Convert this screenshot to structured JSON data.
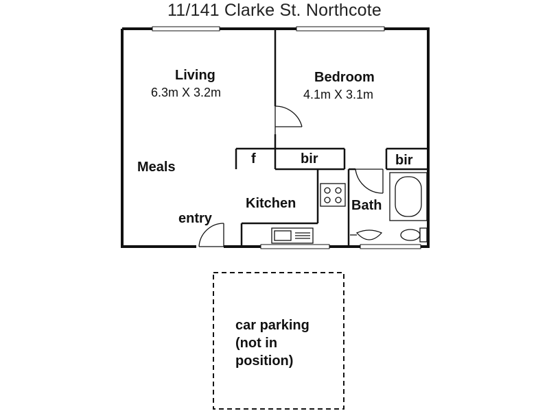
{
  "title": "11/141 Clarke St. Northcote",
  "rooms": {
    "living": {
      "name": "Living",
      "dimensions": "6.3m X 3.2m"
    },
    "bedroom": {
      "name": "Bedroom",
      "dimensions": "4.1m X 3.1m"
    },
    "meals": "Meals",
    "kitchen": "Kitchen",
    "bath": "Bath",
    "entry": "entry",
    "fridge": "f",
    "bir_1": "bir",
    "bir_2": "bir"
  },
  "car_parking": {
    "lines": [
      "car parking",
      "(not in",
      "position)"
    ]
  },
  "colors": {
    "wall": "#111111",
    "window": "#ffffff",
    "text": "#111111"
  }
}
